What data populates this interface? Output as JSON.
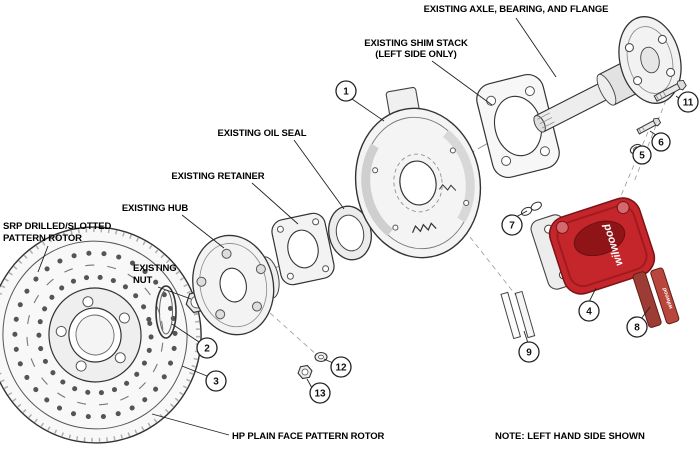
{
  "diagram": {
    "labels": {
      "axle": "EXISTING AXLE, BEARING, AND FLANGE",
      "shim_stack_1": "EXISTING SHIM STACK",
      "shim_stack_2": "(LEFT SIDE ONLY)",
      "oil_seal": "EXISTING OIL SEAL",
      "retainer": "EXISTING RETAINER",
      "hub": "EXISTING HUB",
      "srp_rotor_1": "SRP DRILLED/SLOTTED",
      "srp_rotor_2": "PATTERN ROTOR",
      "nut_1": "EXISTING",
      "nut_2": "NUT",
      "plain_rotor": "HP PLAIN FACE PATTERN ROTOR",
      "note": "NOTE: LEFT HAND SIDE SHOWN"
    },
    "callouts": [
      "1",
      "2",
      "3",
      "4",
      "5",
      "6",
      "7",
      "8",
      "9",
      "11",
      "12",
      "13"
    ],
    "caliper": {
      "brand": "wilwood"
    },
    "pads": {
      "brand": "wilwood"
    },
    "colors": {
      "caliper_red": "#c5262b",
      "pad_red": "#b8463c",
      "line": "#333333",
      "background": "#ffffff"
    }
  }
}
